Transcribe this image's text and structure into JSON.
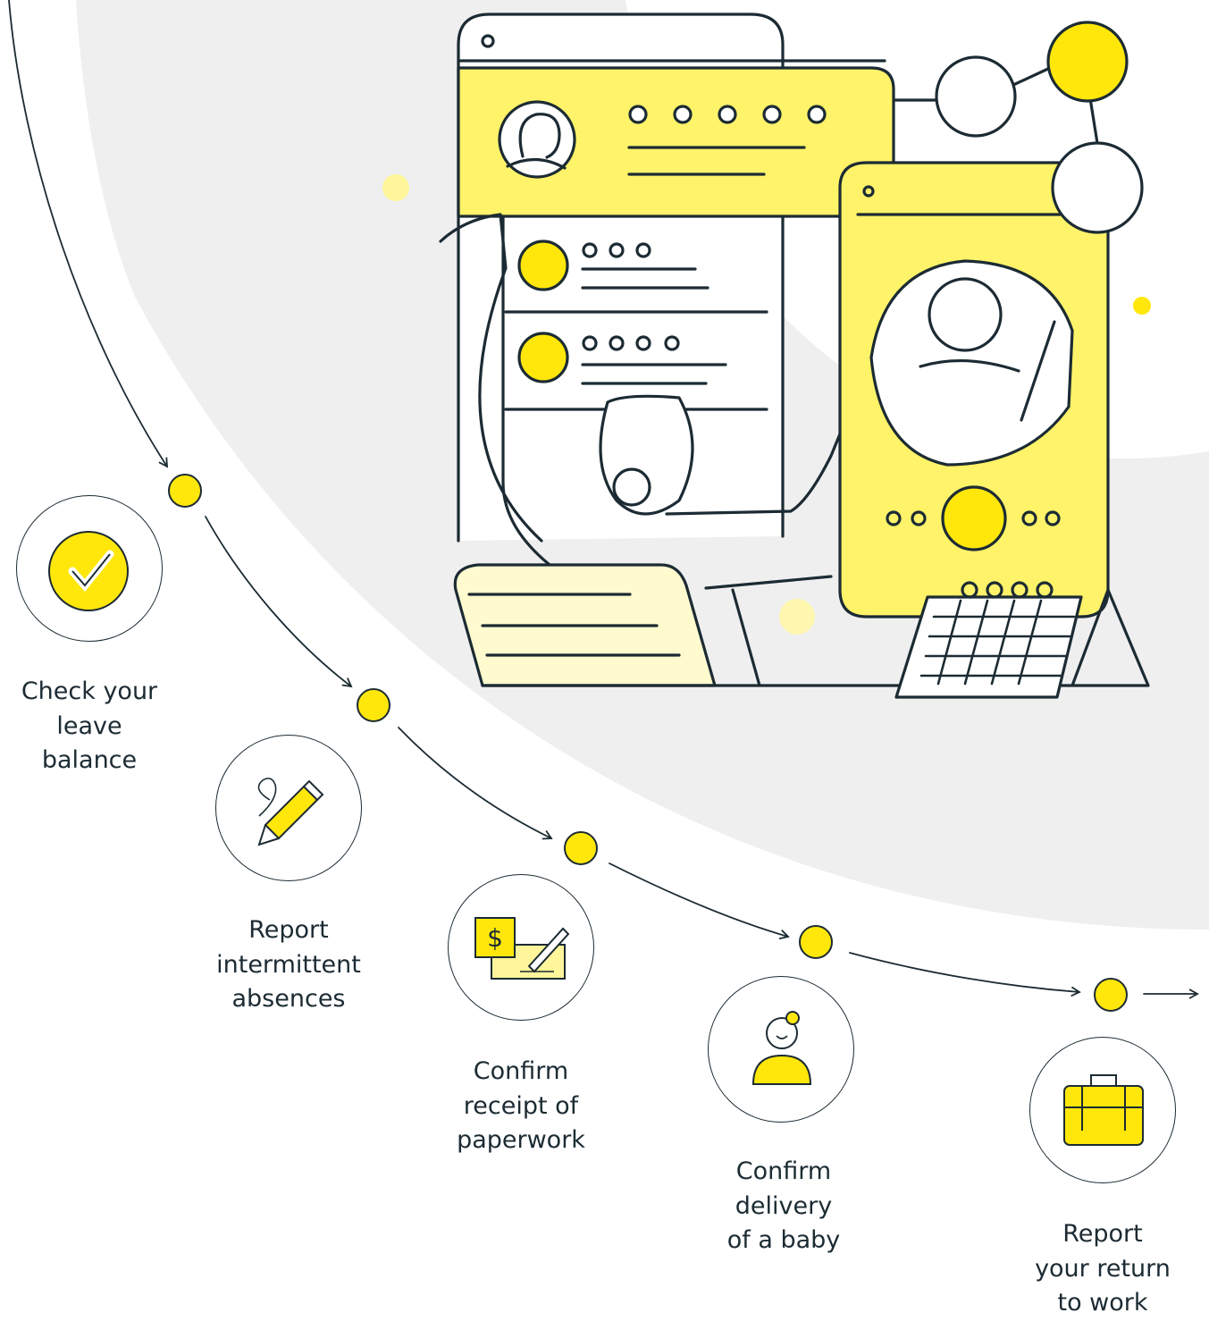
{
  "colors": {
    "accent": "#ffe70b",
    "ink": "#1c2b33",
    "panel": "#efefef"
  },
  "steps": [
    {
      "icon": "checkmark-icon",
      "lines": [
        "Check your",
        "leave",
        "balance"
      ]
    },
    {
      "icon": "pencil-icon",
      "lines": [
        "Report",
        "intermittent",
        "absences"
      ]
    },
    {
      "icon": "check-paperwork-icon",
      "lines": [
        "Confirm",
        "receipt of",
        "paperwork"
      ]
    },
    {
      "icon": "mother-icon",
      "lines": [
        "Confirm",
        "delivery",
        "of a baby"
      ]
    },
    {
      "icon": "briefcase-icon",
      "lines": [
        "Report",
        "your return",
        "to work"
      ]
    }
  ]
}
